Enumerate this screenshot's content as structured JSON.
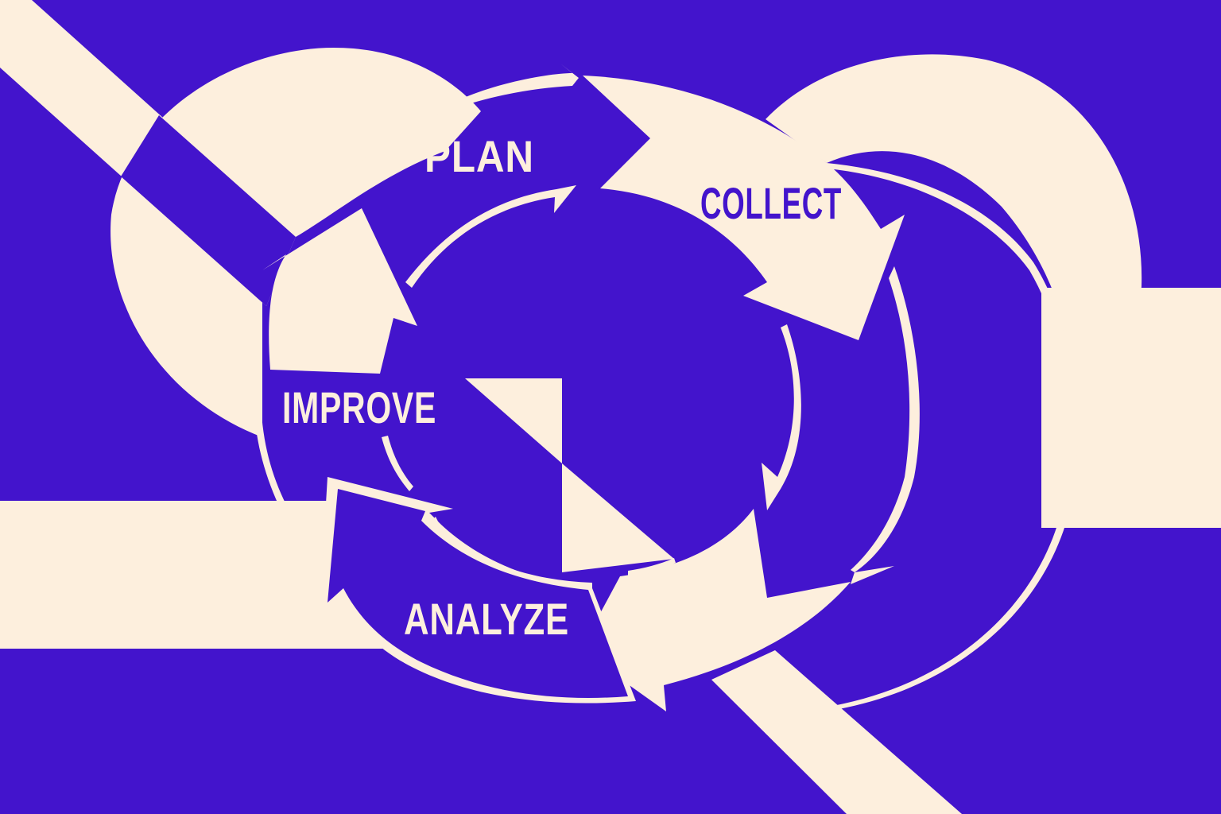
{
  "diagram": {
    "type": "cycle",
    "colors": {
      "background": "#4314CC",
      "foreground": "#FDEFDD"
    },
    "steps": [
      {
        "id": "plan",
        "label": "PLAN",
        "order": 1
      },
      {
        "id": "collect",
        "label": "COLLECT",
        "order": 2
      },
      {
        "id": "analyze",
        "label": "ANALYZE",
        "order": 3
      },
      {
        "id": "improve",
        "label": "IMPROVE",
        "order": 4
      }
    ],
    "direction": "clockwise"
  }
}
